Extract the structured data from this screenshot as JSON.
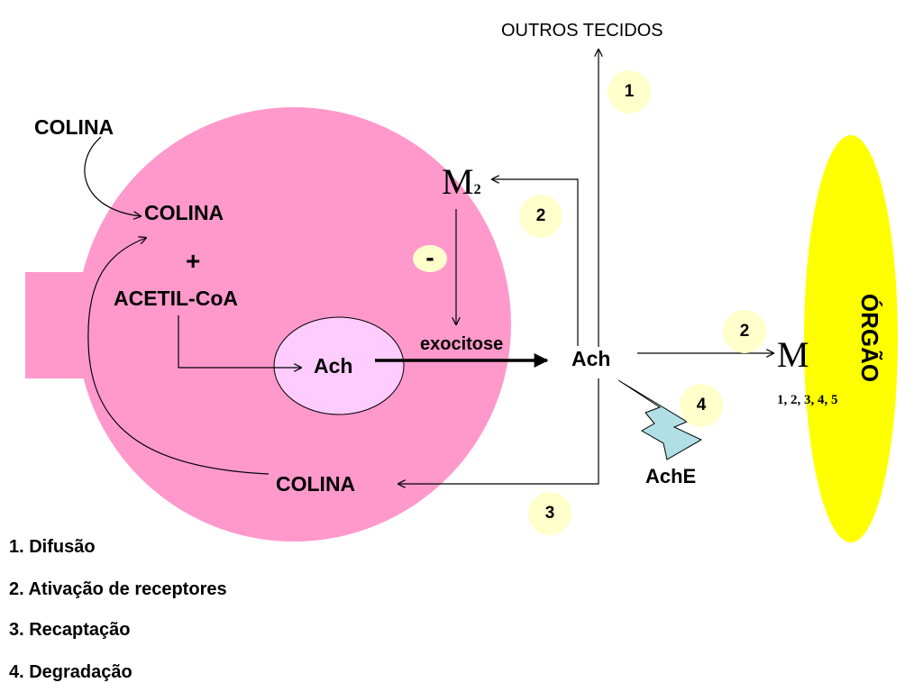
{
  "labels": {
    "outros_tecidos": "OUTROS TECIDOS",
    "colina_outside": "COLINA",
    "colina_inside": "COLINA",
    "plus": "+",
    "acetil_coa": "ACETIL-CoA",
    "ach_vesicle": "Ach",
    "exocitose": "exocitose",
    "ach_synapse": "Ach",
    "colina_bottom": "COLINA",
    "ache": "AchE",
    "m2_main": "M",
    "m2_sub": "2",
    "minus": "-",
    "m_organ": "M",
    "m_subtypes": "1, 2, 3, 4, 5",
    "orgao": "ÓRGÃO"
  },
  "step_markers": {
    "diffusion": "1",
    "m2_activation": "2",
    "m_activation": "2",
    "reuptake": "3",
    "degradation": "4"
  },
  "legend": [
    "1. Difusão",
    "2. Ativação de receptores",
    "3. Recaptação",
    "4. Degradação"
  ],
  "colors": {
    "cell": "#ff99cc",
    "vesicle": "#ffccff",
    "organ": "#ffff00",
    "marker": "#ffffcc",
    "enzyme": "#b0dfe5"
  }
}
